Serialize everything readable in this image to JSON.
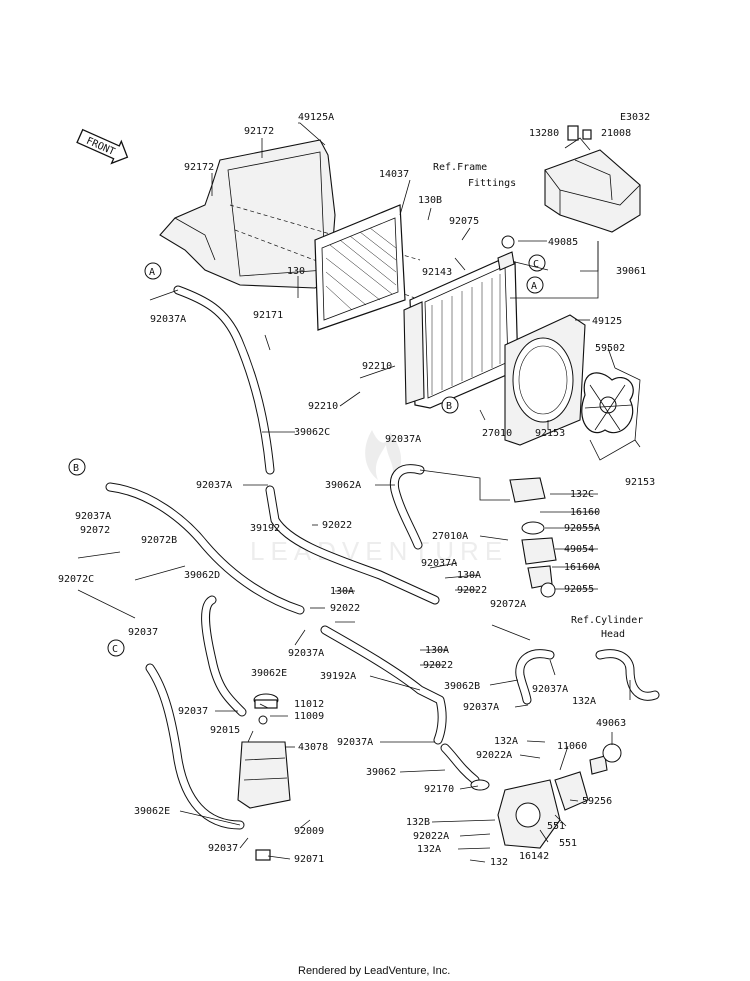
{
  "diagram": {
    "code": "E3032",
    "front_label": "FRONT",
    "footer": "Rendered by LeadVenture, Inc.",
    "watermark": "LEADVENTURE",
    "ref_labels": {
      "frame_line1": "Ref.Frame",
      "frame_line2": "Fittings",
      "cyl_line1": "Ref.Cylinder",
      "cyl_line2": "Head"
    },
    "callouts": {
      "A": "A",
      "B": "B",
      "C": "C"
    },
    "part_labels": [
      "49125A",
      "92172",
      "92172",
      "14037",
      "13280",
      "21008",
      "130B",
      "92075",
      "92143",
      "49085",
      "39061",
      "130",
      "92037A",
      "92171",
      "49125",
      "59502",
      "92210",
      "92210",
      "39062C",
      "92037A",
      "27010",
      "92153",
      "92153",
      "92037A",
      "39062A",
      "132C",
      "16160",
      "92022",
      "92055A",
      "39192",
      "27010A",
      "49054",
      "92037A",
      "16160A",
      "130A",
      "92022",
      "92055",
      "92037A",
      "92072",
      "92072B",
      "92072C",
      "39062D",
      "92037",
      "130A",
      "92022",
      "92072A",
      "92037A",
      "39062E",
      "130A",
      "92022",
      "39192A",
      "39062B",
      "92037A",
      "92037A",
      "132A",
      "11012",
      "92037",
      "11009",
      "92015",
      "43078",
      "92037A",
      "132A",
      "92022A",
      "11060",
      "49063",
      "39062",
      "92170",
      "59256",
      "39062E",
      "92009",
      "132B",
      "551",
      "92022A",
      "551",
      "132A",
      "16142",
      "92037",
      "92071",
      "132"
    ]
  }
}
